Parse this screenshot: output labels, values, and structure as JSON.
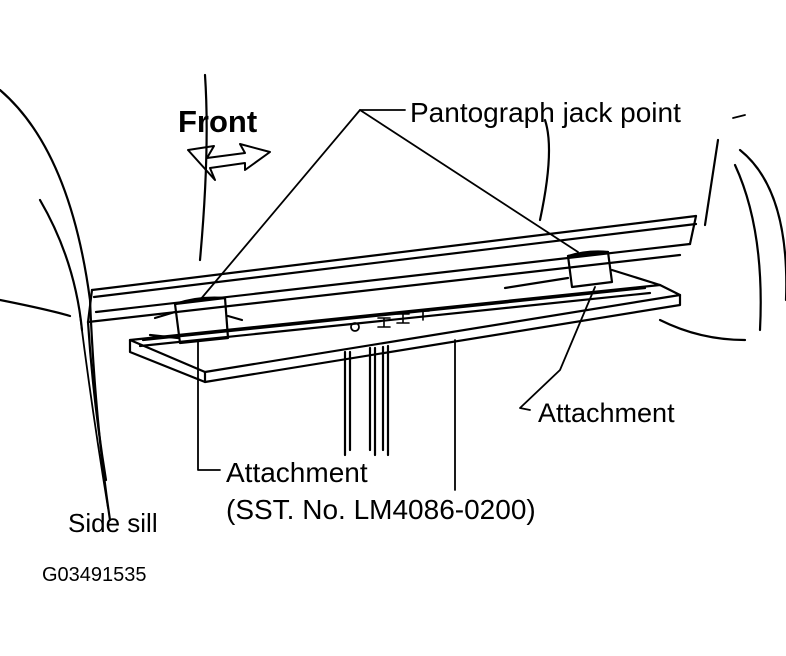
{
  "labels": {
    "front": "Front",
    "pantograph_jack_point": "Pantograph jack point",
    "attachment_right": "Attachment",
    "attachment_center": "Attachment",
    "sst_number": "(SST. No. LM4086-0200)",
    "side_sill": "Side sill",
    "figure_code": "G03491535"
  },
  "colors": {
    "ink": "#000000",
    "paper": "#ffffff"
  }
}
